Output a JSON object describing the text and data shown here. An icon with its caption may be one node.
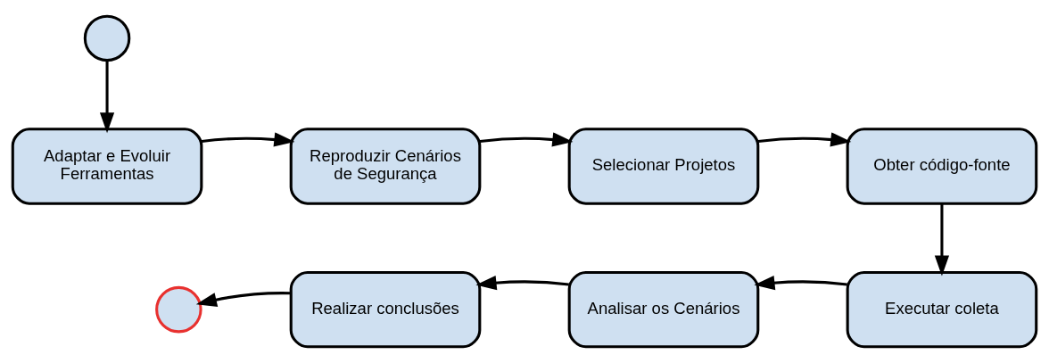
{
  "diagram": {
    "nodes": [
      {
        "text": [],
        "shape": "circle"
      },
      {
        "text": [
          "Adaptar e Evoluir Ferramentas"
        ]
      },
      {
        "text": [
          "Reproduzir Cenários de Segurança"
        ]
      },
      {
        "text": [
          "Selecionar Projetos"
        ]
      },
      {
        "text": [
          "Obter código-fonte"
        ]
      },
      {
        "text": [
          "Executar coleta"
        ]
      },
      {
        "text": [
          "Analisar os Cenários"
        ]
      },
      {
        "text": [
          "Realizar conclusões"
        ]
      },
      {
        "text": [],
        "shape": "circle"
      }
    ],
    "edges": [
      {
        "from": 0,
        "to": 1,
        "arrow": "to"
      },
      {
        "from": 1,
        "to": 2,
        "arrow": "to"
      },
      {
        "from": 2,
        "to": 3,
        "arrow": "to"
      },
      {
        "from": 3,
        "to": 4,
        "arrow": "to"
      },
      {
        "from": 4,
        "to": 5,
        "arrow": "to"
      },
      {
        "from": 5,
        "to": 6,
        "arrow": "to"
      },
      {
        "from": 6,
        "to": 7,
        "arrow": "to"
      },
      {
        "from": 7,
        "to": 8,
        "arrow": "to"
      }
    ]
  }
}
